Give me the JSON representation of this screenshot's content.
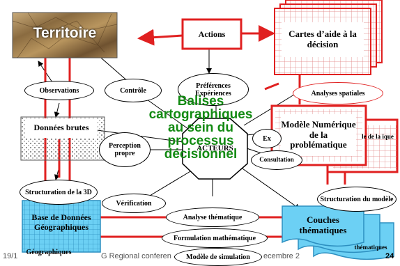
{
  "nodes": {
    "territoire": "Territoire",
    "actions": "Actions",
    "cartes": "Cartes d’aide à la décision",
    "observations": "Observations",
    "controle": "Contrôle",
    "preferences": "Préférences Expériences",
    "analyses_spatiales": "Analyses spatiales",
    "donnees_brutes": "Données brutes",
    "perception": "Perception propre",
    "acteurs": "ACTEURS",
    "ex_partial": "Ex",
    "consultation": "Consultation",
    "modele": "Modèle Numérique de la problématique",
    "modele_back": "le de la ique",
    "structuration_3d": "Structuration de la 3D",
    "verification": "Vérification",
    "bdg": "Base de Données Géographiques",
    "bdg_under": "Géographiques",
    "analyse_thematique": "Analyse thématique",
    "formulation": "Formulation mathématique",
    "simulation": "Modèle de simulation",
    "couches": "Couches thématiques",
    "couches_back": "thématiques",
    "structuration_modele": "Structuration du modèle"
  },
  "overlay": [
    "Balises",
    "cartographiques",
    "au sein du",
    "processus",
    "décisionnel"
  ],
  "footer": {
    "left": "19/1",
    "mid": "G Regional conferen",
    "right": "ecembre 2",
    "page": "24"
  },
  "colors": {
    "red": "#e02020",
    "green": "#128a12",
    "cyan": "#5ec8f0"
  }
}
